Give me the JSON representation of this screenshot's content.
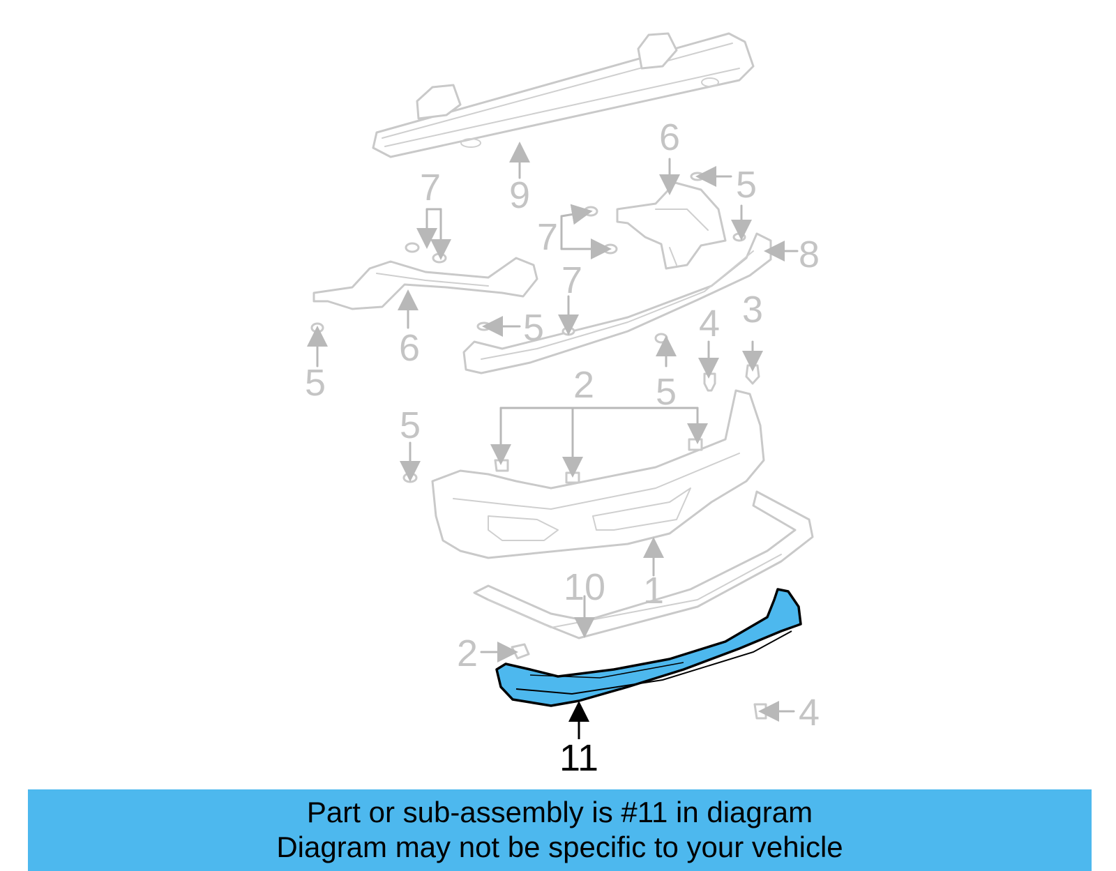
{
  "callouts": {
    "c9": "9",
    "c6_top": "6",
    "c5_top_right": "5",
    "c7_left": "7",
    "c7_mid": "7",
    "c7_lower": "7",
    "c8": "8",
    "c6_left": "6",
    "c5_mid": "5",
    "c5_far_left": "5",
    "c4_upper": "4",
    "c3": "3",
    "c2_top": "2",
    "c5_center": "5",
    "c5_left_lower": "5",
    "c10": "10",
    "c1": "1",
    "c2_bottom": "2",
    "c4_bottom": "4",
    "c11": "11"
  },
  "highlight": {
    "part_number": "11",
    "color": "#4db8ee",
    "outline_color": "#000000"
  },
  "colors": {
    "ghost_stroke": "#c9c9c9",
    "callout_gray": "#c4c4c4",
    "banner_background": "#4db8ee"
  },
  "banner": {
    "line1": "Part or sub-assembly is #11 in diagram",
    "line2": "Diagram may not be specific to your vehicle"
  }
}
